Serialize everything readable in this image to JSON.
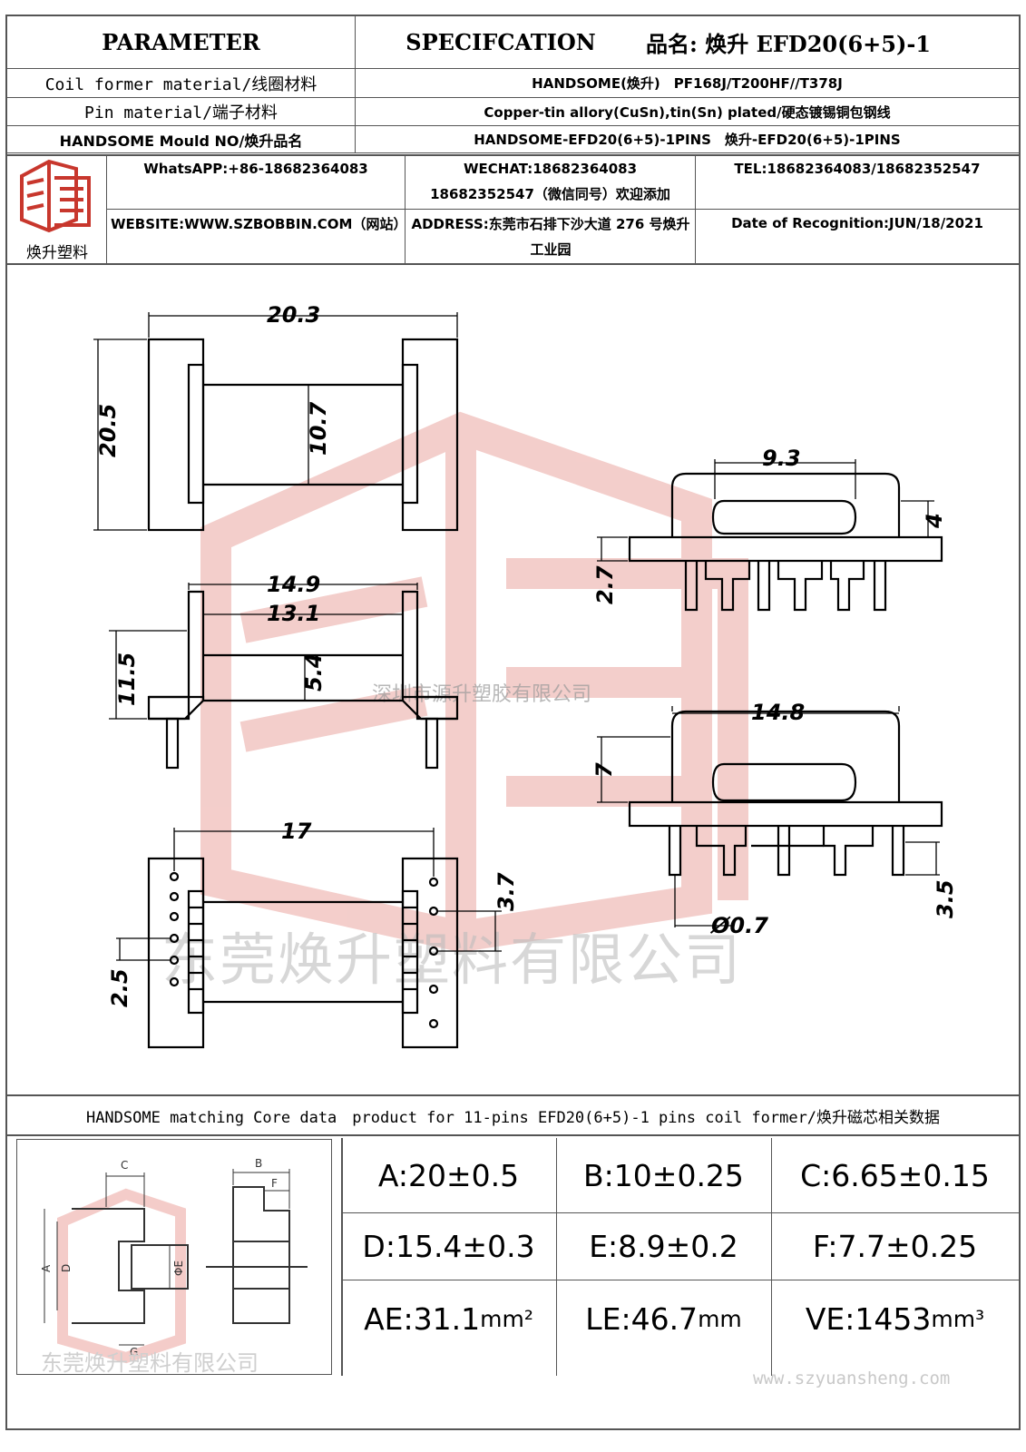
{
  "header": {
    "parameter": "PARAMETER",
    "specification": "SPECIFCATION",
    "product_name": "品名: 焕升 EFD20(6+5)-1"
  },
  "rows": [
    {
      "label": "Coil former material/线圈材料",
      "value": "HANDSOME(焕升)　PF168J/T200HF//T378J"
    },
    {
      "label": "Pin material/端子材料",
      "value": "Copper-tin allory(CuSn),tin(Sn) plated/硬态镀锡铜包钢线"
    },
    {
      "label": "HANDSOME Mould NO/焕升品名",
      "value": "HANDSOME-EFD20(6+5)-1PINS　焕升-EFD20(6+5)-1PINS"
    }
  ],
  "company": {
    "logo_text": "焕升塑料",
    "whatsapp": "WhatsAPP:+86-18682364083",
    "wechat_line1": "WECHAT:18682364083",
    "wechat_line2": "18682352547（微信同号）欢迎添加",
    "tel": "TEL:18682364083/18682352547",
    "website": "WEBSITE:WWW.SZBOBBIN.COM（网站）",
    "address": "ADDRESS:东莞市石排下沙大道 276 号焕升工业园",
    "date": "Date of Recognition:JUN/18/2021"
  },
  "drawing": {
    "watermark_small": "深圳市源升塑胶有限公司",
    "watermark_big": "东莞焕升塑料有限公司",
    "dims": {
      "d1": "20.3",
      "d2": "20.5",
      "d3": "10.7",
      "d4": "9.3",
      "d5": "4",
      "d6": "2.7",
      "d7": "14.9",
      "d8": "13.1",
      "d9": "11.5",
      "d10": "5.4",
      "d11": "14.8",
      "d12": "7",
      "d13": "17",
      "d14": "3.7",
      "d15": "2.5",
      "d16": "3.5",
      "d17": "Ø0.7"
    }
  },
  "core": {
    "title": "HANDSOME matching Core data　product for 11-pins EFD20(6+5)-1 pins coil former/焕升磁芯相关数据",
    "labels": {
      "a": "A",
      "b": "B",
      "c": "C",
      "d": "D",
      "e": "ΦE",
      "f": "F",
      "g": "G"
    },
    "watermark": "东莞焕升塑料有限公司",
    "params": {
      "A": "A:20±0.5",
      "B": "B:10±0.25",
      "C": "C:6.65±0.15",
      "D": "D:15.4±0.3",
      "E": "E:8.9±0.2",
      "F": "F:7.7±0.25",
      "AE": "AE:31.1",
      "AE_unit": "mm²",
      "LE": "LE:46.7",
      "LE_unit": "mm",
      "VE": "VE:1453",
      "VE_unit": "mm³"
    }
  },
  "footer_url": "www.szyuansheng.com"
}
